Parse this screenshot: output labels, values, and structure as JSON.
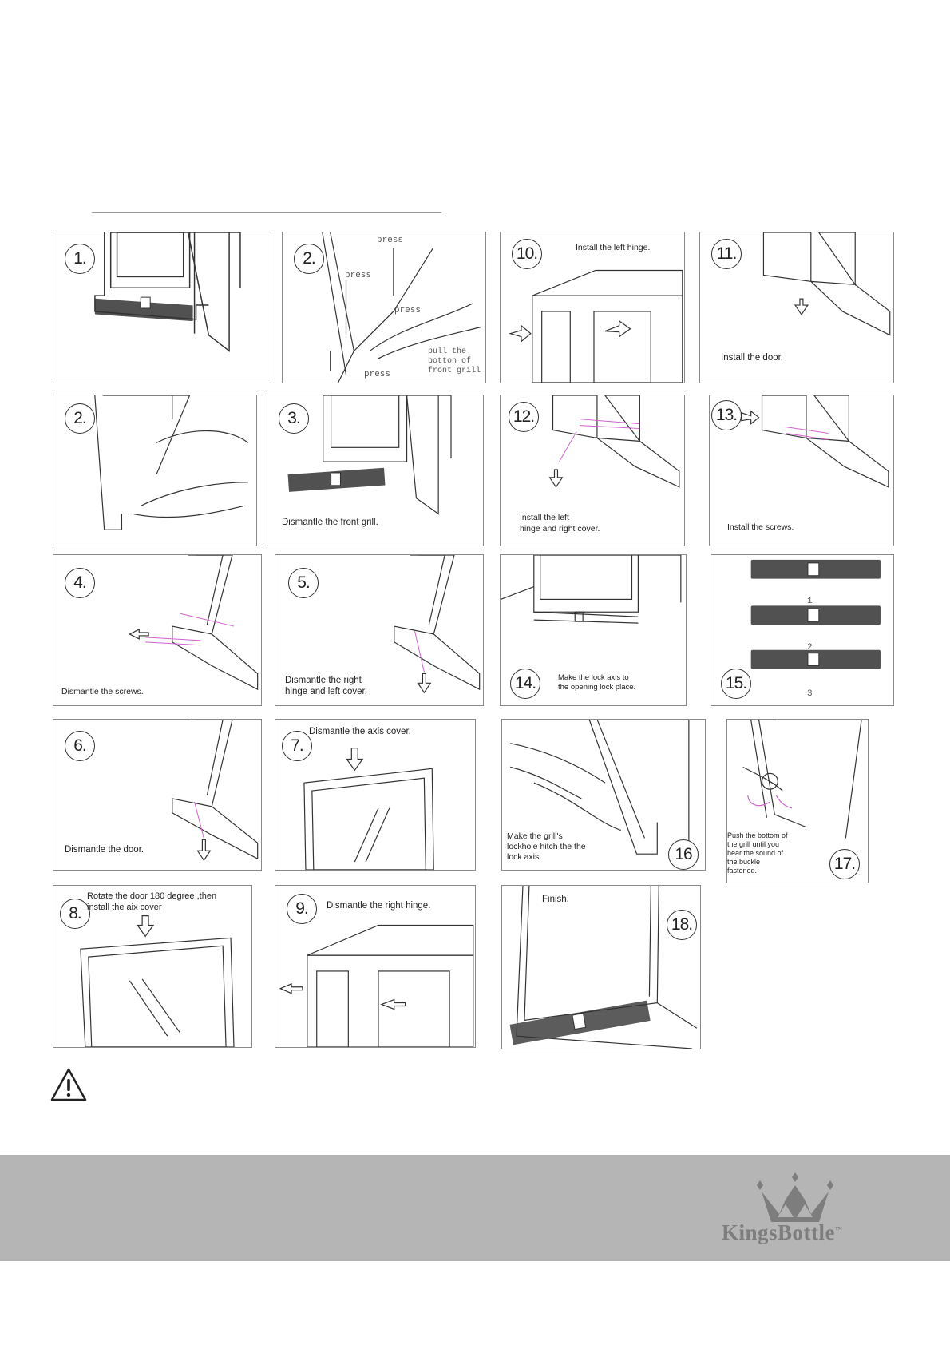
{
  "panels": [
    {
      "id": "p1",
      "num": "1.",
      "caption": ""
    },
    {
      "id": "p2a",
      "num": "2.",
      "caption": "",
      "labels": [
        "press",
        "press",
        "press",
        "press",
        "pull the\nbotton of\nfront grill"
      ]
    },
    {
      "id": "p10",
      "num": "10.",
      "caption": "Install the left  hinge."
    },
    {
      "id": "p11",
      "num": "11.",
      "caption": "Install the door."
    },
    {
      "id": "p2b",
      "num": "2.",
      "caption": ""
    },
    {
      "id": "p3",
      "num": "3.",
      "caption": "Dismantle the front grill."
    },
    {
      "id": "p12",
      "num": "12.",
      "caption": "Install the left\n  hinge and right cover."
    },
    {
      "id": "p13",
      "num": "13.",
      "caption": "Install the screws."
    },
    {
      "id": "p4",
      "num": "4.",
      "caption": "Dismantle the screws."
    },
    {
      "id": "p5",
      "num": "5.",
      "caption": "Dismantle the right\n  hinge and left cover."
    },
    {
      "id": "p14",
      "num": "14.",
      "caption": "Make the lock axis to\nthe opening lock place."
    },
    {
      "id": "p15",
      "num": "15.",
      "caption": "",
      "labels": [
        "1",
        "2",
        "3"
      ]
    },
    {
      "id": "p6",
      "num": "6.",
      "caption": "Dismantle the door."
    },
    {
      "id": "p7",
      "num": "7.",
      "caption": "Dismantle  the  axis  cover."
    },
    {
      "id": "p16",
      "num": "16",
      "caption": "Make the grill's\nlockhole hitch the the\nlock axis."
    },
    {
      "id": "p17",
      "num": "17.",
      "caption": "Push the bottom of\nthe grill until you\nhear the sound of\nthe buckle\nfastened."
    },
    {
      "id": "p8",
      "num": "8.",
      "caption": "Rotate  the door 180 degree ,then\ninstall the aix cover"
    },
    {
      "id": "p9",
      "num": "9.",
      "caption": "Dismantle  the  right  hinge."
    },
    {
      "id": "p18",
      "num": "18.",
      "caption": "Finish."
    }
  ],
  "warning_icon": "warning-triangle-icon",
  "brand": {
    "name": "KingsBottle",
    "tm": "™",
    "color": "#7d7d7d"
  },
  "colors": {
    "footer": "#b5b5b5",
    "accent_arrows": "#d060d0",
    "line": "#333333"
  }
}
